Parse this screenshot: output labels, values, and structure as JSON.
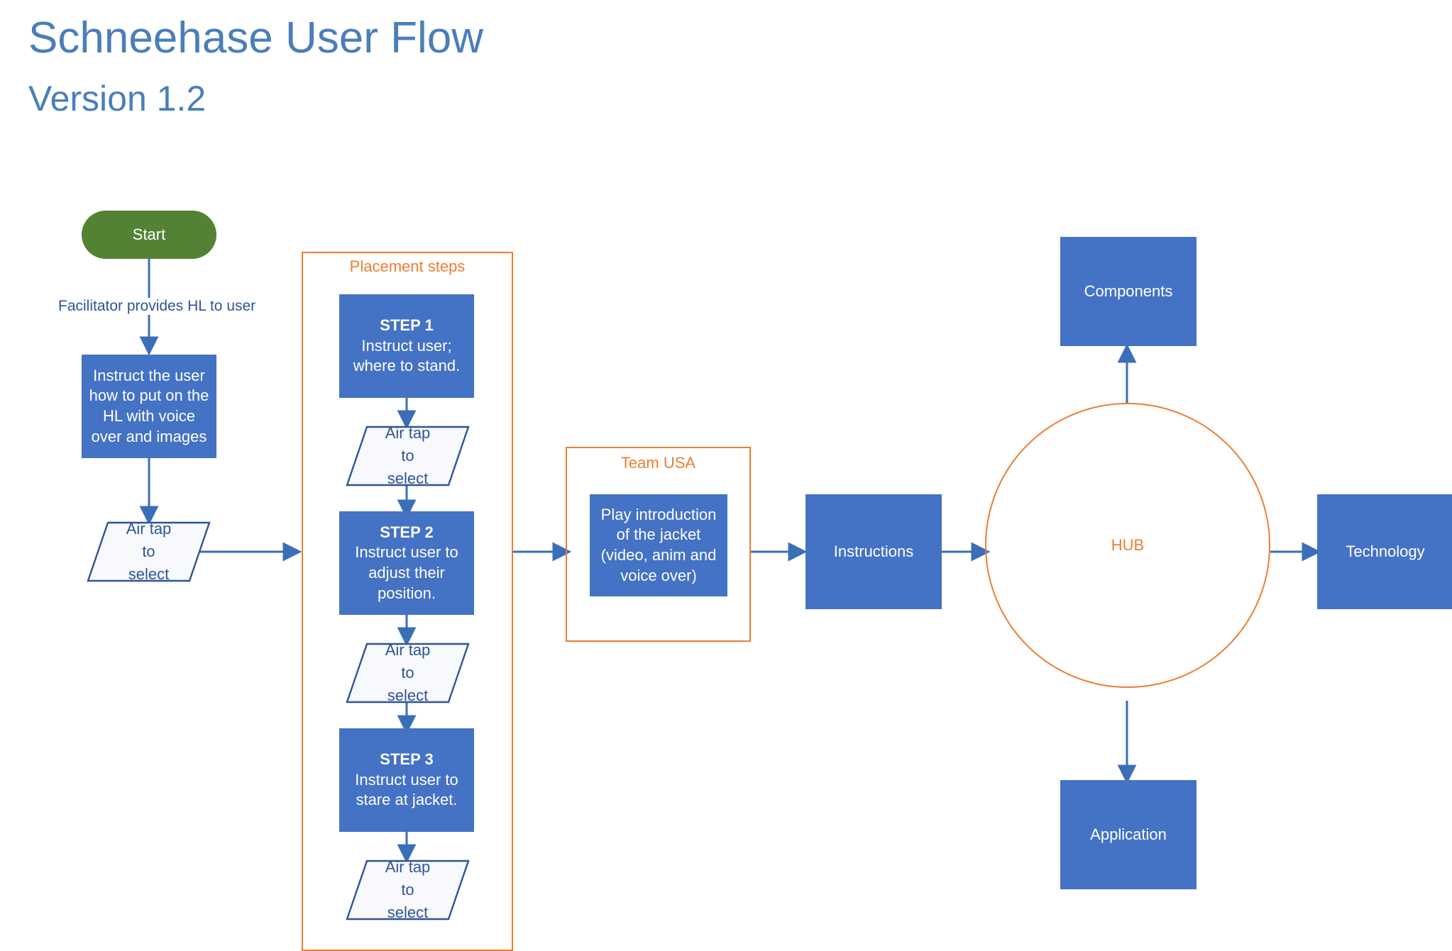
{
  "header": {
    "title": "Schneehase User Flow",
    "subtitle": "Version 1.2"
  },
  "colors": {
    "blue_node": "#4472c4",
    "green_node": "#548235",
    "orange_group": "#ed7d31",
    "title_blue": "#4a7ebb",
    "text_blue": "#2f5496"
  },
  "nodes": {
    "start": {
      "label": "Start",
      "shape": "capsule"
    },
    "instruct_hl": {
      "label": "Instruct the user how to put on the HL with voice over and images",
      "shape": "rectangle"
    },
    "air_tap_1": {
      "label": "Air tap\nto\nselect",
      "line1": "Air tap",
      "line2": "to",
      "line3": "select",
      "shape": "parallelogram"
    },
    "step1": {
      "title": "STEP 1",
      "label": "Instruct user; where to stand.",
      "shape": "rectangle"
    },
    "air_tap_2": {
      "line1": "Air tap",
      "line2": "to",
      "line3": "select",
      "shape": "parallelogram"
    },
    "step2": {
      "title": "STEP 2",
      "label": "Instruct user to adjust their position.",
      "shape": "rectangle"
    },
    "air_tap_3": {
      "line1": "Air tap",
      "line2": "to",
      "line3": "select",
      "shape": "parallelogram"
    },
    "step3": {
      "title": "STEP 3",
      "label": "Instruct user to stare at jacket.",
      "shape": "rectangle"
    },
    "air_tap_4": {
      "line1": "Air tap",
      "line2": "to",
      "line3": "select",
      "shape": "parallelogram"
    },
    "play_intro": {
      "label": "Play introduction of the jacket (video, anim and voice over)",
      "shape": "rectangle"
    },
    "instructions": {
      "label": "Instructions",
      "shape": "rectangle"
    },
    "hub": {
      "label": "HUB",
      "shape": "circle"
    },
    "components": {
      "label": "Components",
      "shape": "rectangle"
    },
    "technology": {
      "label": "Technology",
      "shape": "rectangle"
    },
    "application": {
      "label": "Application",
      "shape": "rectangle"
    }
  },
  "groups": {
    "placement_steps": {
      "label": "Placement steps"
    },
    "team_usa": {
      "label": "Team USA"
    }
  },
  "edges": {
    "facilitator": {
      "label": "Facilitator provides HL to user"
    }
  }
}
